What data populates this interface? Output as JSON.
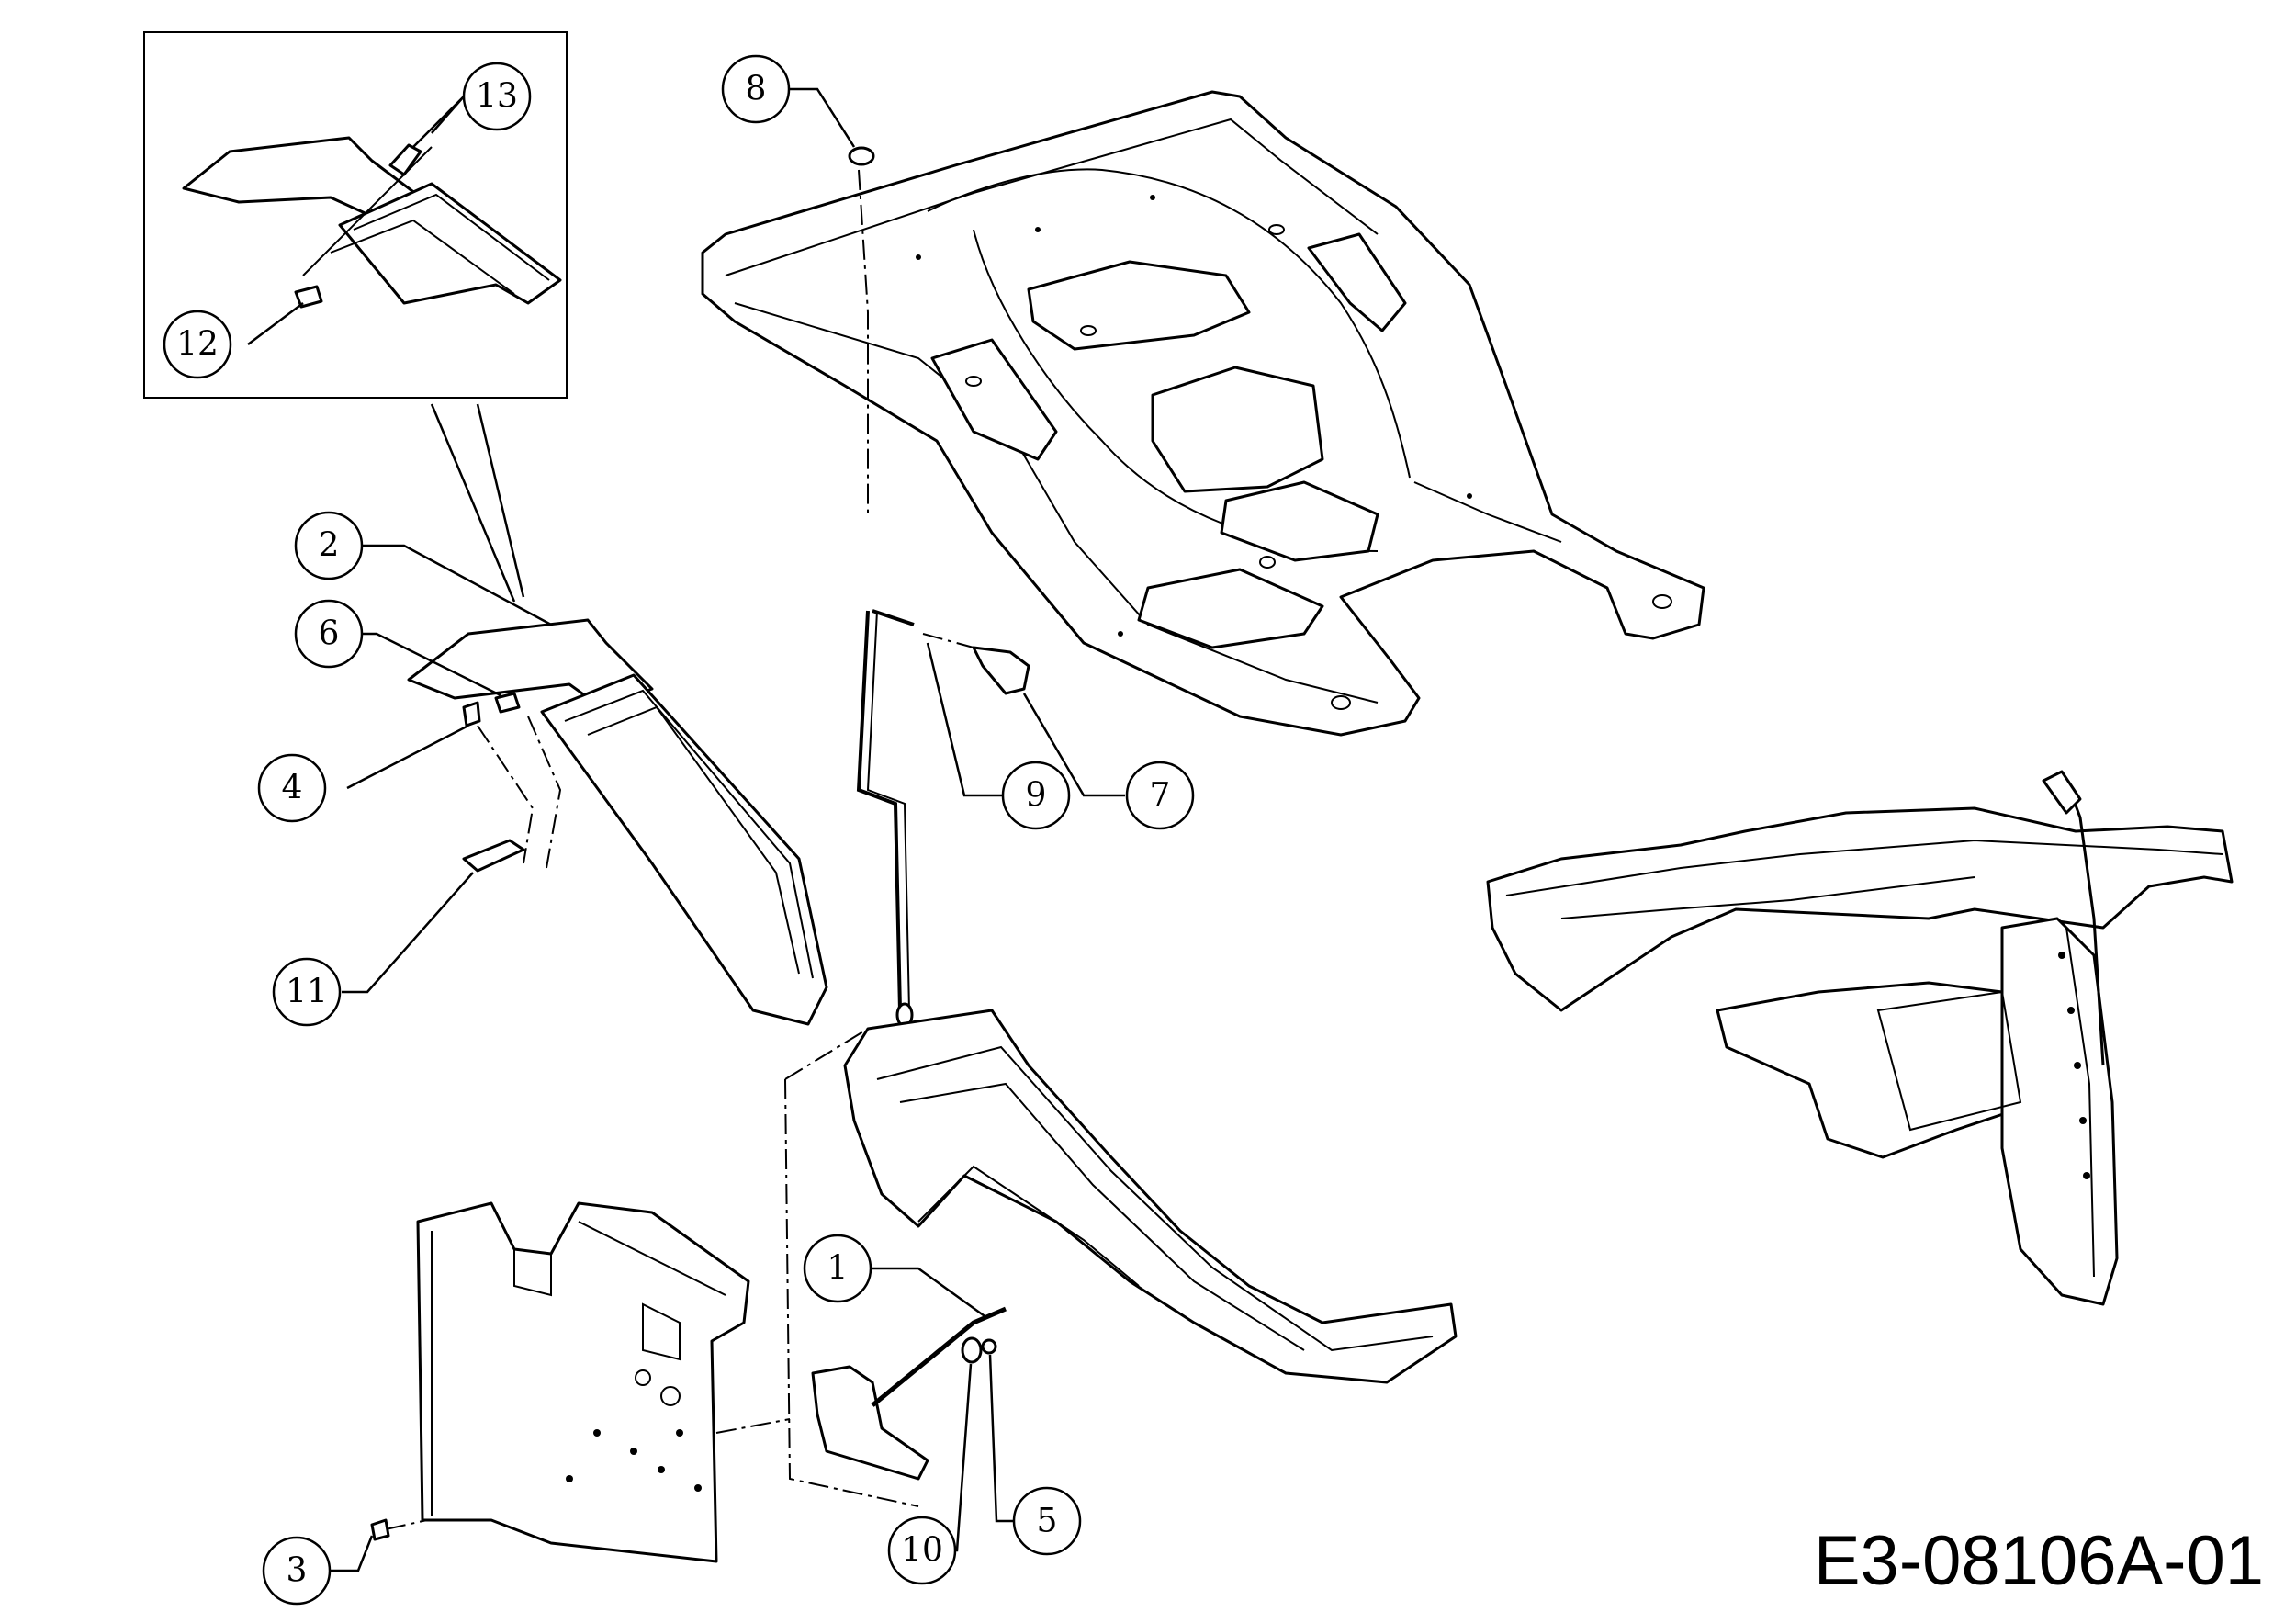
{
  "drawing": {
    "code": "E3-08106A-01"
  },
  "callouts": [
    {
      "id": "callout-1",
      "number": "1"
    },
    {
      "id": "callout-2",
      "number": "2"
    },
    {
      "id": "callout-3",
      "number": "3"
    },
    {
      "id": "callout-4",
      "number": "4"
    },
    {
      "id": "callout-5",
      "number": "5"
    },
    {
      "id": "callout-6",
      "number": "6"
    },
    {
      "id": "callout-7",
      "number": "7"
    },
    {
      "id": "callout-8",
      "number": "8"
    },
    {
      "id": "callout-9",
      "number": "9"
    },
    {
      "id": "callout-10",
      "number": "10"
    },
    {
      "id": "callout-11",
      "number": "11"
    },
    {
      "id": "callout-12",
      "number": "12"
    },
    {
      "id": "callout-13",
      "number": "13"
    }
  ]
}
